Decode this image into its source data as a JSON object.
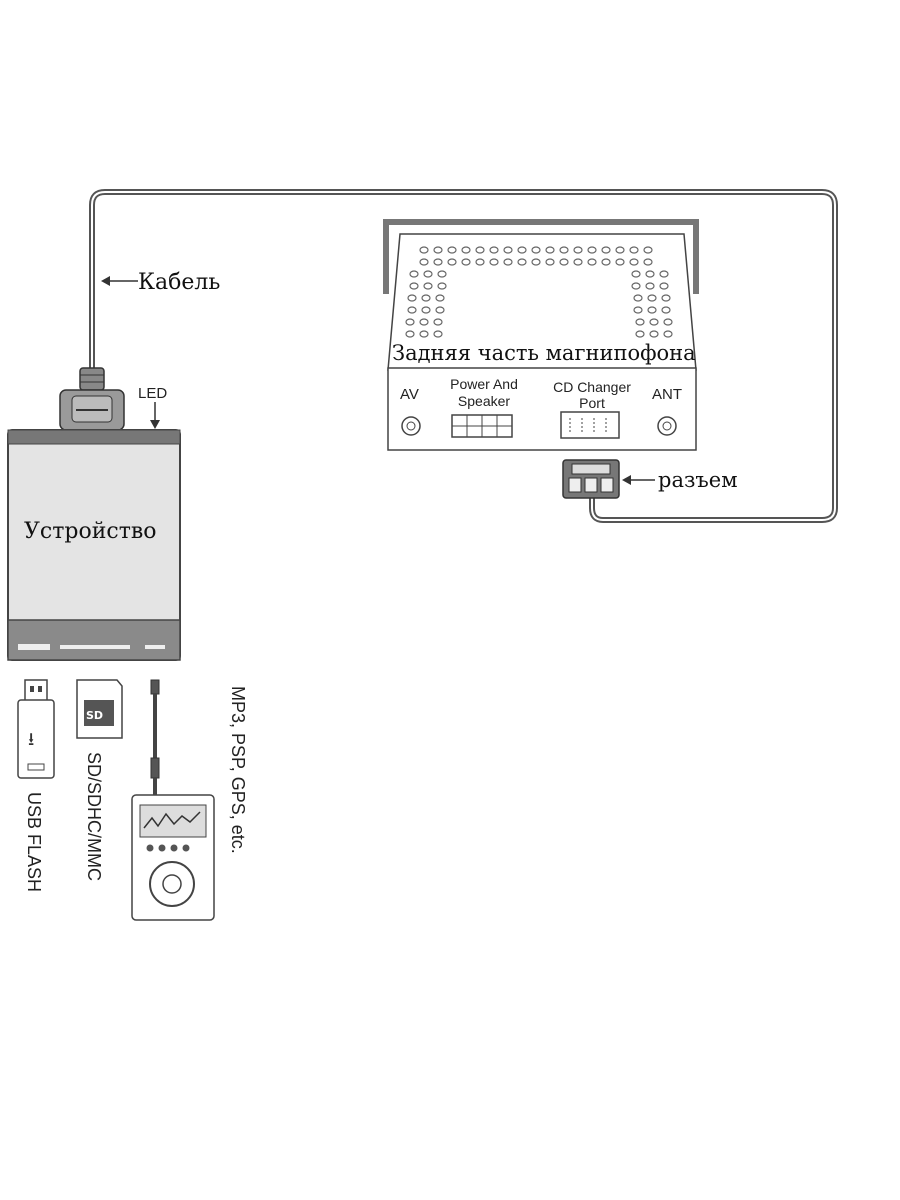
{
  "labels": {
    "cable": "Кабель",
    "led": "LED",
    "device": "Устройство",
    "head_unit_rear": "Задняя часть магнипофона",
    "av": "AV",
    "power_speaker_line1": "Power And",
    "power_speaker_line2": "Speaker",
    "cd_changer_line1": "CD Changer",
    "cd_changer_line2": "Port",
    "ant": "ANT",
    "connector": "разъем",
    "usb_flash": "USB FLASH",
    "sd_cards": "SD/SDHC/MMC",
    "players": "MP3, PSP, GPS, etc."
  },
  "colors": {
    "line": "#555555",
    "device_fill": "#e6e6e6",
    "outline": "#444444"
  }
}
